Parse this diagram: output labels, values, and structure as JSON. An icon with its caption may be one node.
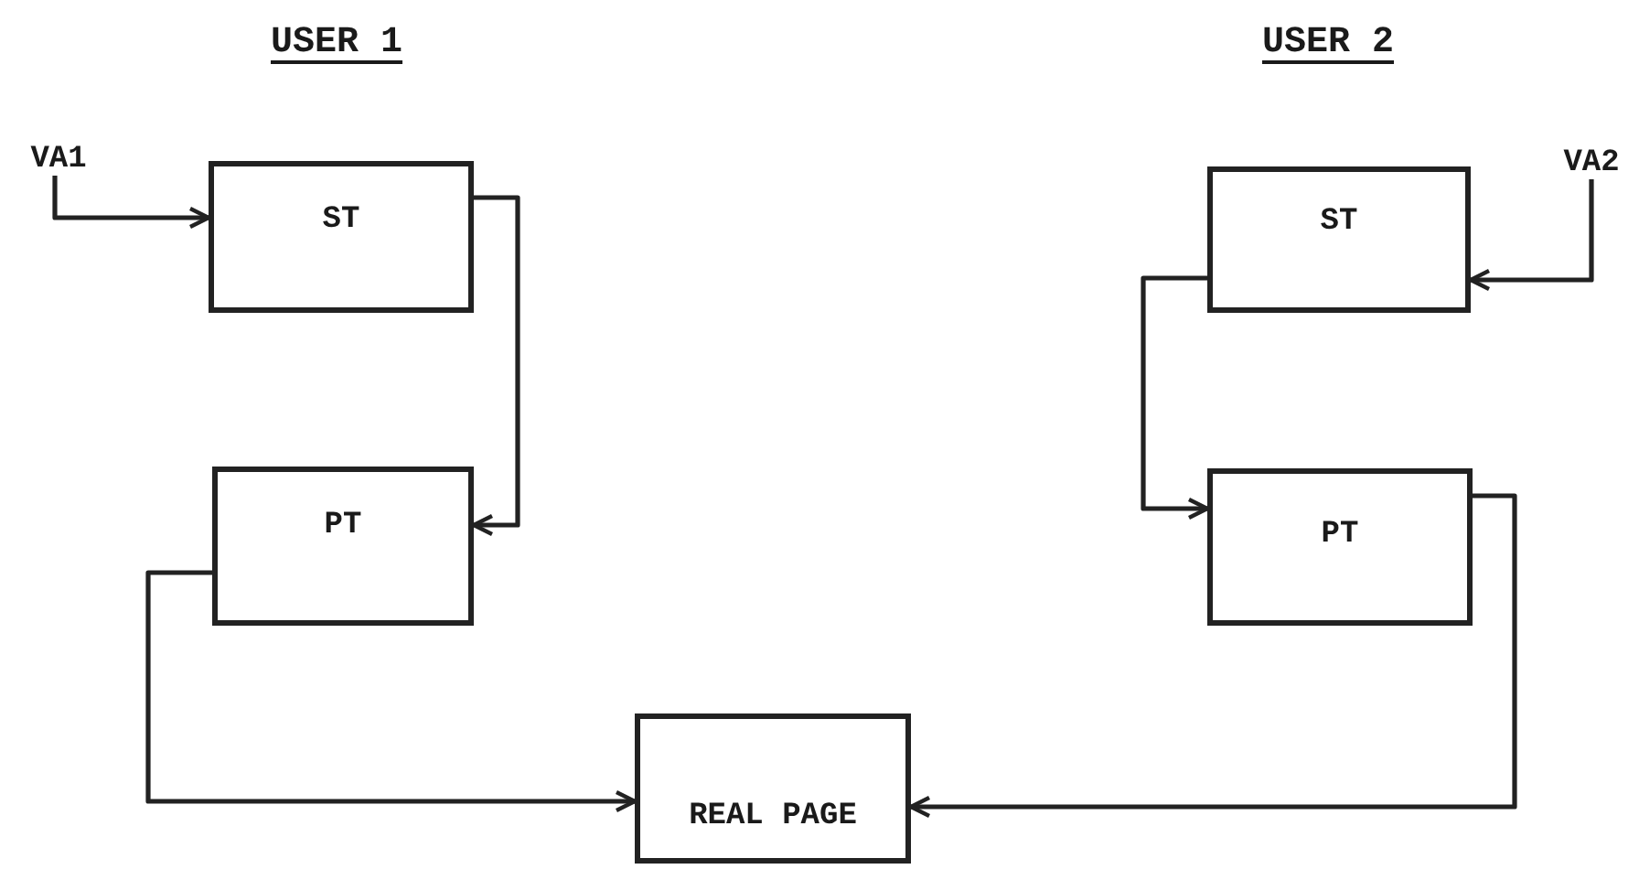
{
  "diagram": {
    "nodes": [
      {
        "text": [
          "VA1"
        ]
      },
      {
        "text": [
          "ST"
        ]
      },
      {
        "text": [
          "VA2"
        ]
      },
      {
        "text": [
          "ST"
        ]
      },
      {
        "text": [
          "PT"
        ]
      },
      {
        "text": [
          "PT"
        ]
      },
      {
        "text": [
          "REAL PAGE"
        ]
      }
    ],
    "edges": [
      {
        "from": 0,
        "to": 1,
        "arrow": "to"
      },
      {
        "from": 1,
        "to": 4,
        "arrow": "to"
      },
      {
        "from": 4,
        "to": 6,
        "arrow": "to"
      },
      {
        "from": 2,
        "to": 3,
        "arrow": "to"
      },
      {
        "from": 3,
        "to": 5,
        "arrow": "to"
      },
      {
        "from": 5,
        "to": 6,
        "arrow": "to"
      }
    ],
    "labels": [
      "USER 1",
      "USER 2"
    ]
  }
}
